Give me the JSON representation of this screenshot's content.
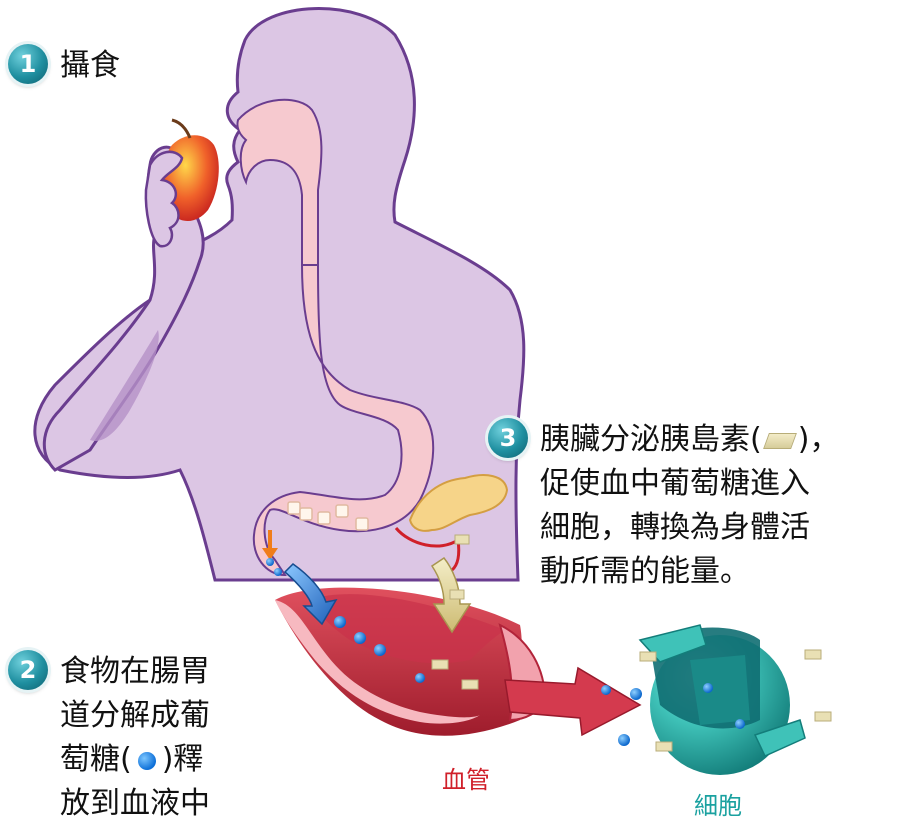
{
  "steps": [
    {
      "number": "1",
      "text": "攝食"
    },
    {
      "number": "2",
      "lines": [
        "食物在腸胃",
        "道分解成葡",
        "萄糖(",
        ")釋",
        "放到血液中"
      ]
    },
    {
      "number": "3",
      "lines": [
        "胰臟分泌胰島素(",
        ")，",
        "促使血中葡萄糖進入",
        "細胞，轉換為身體活",
        "動所需的能量。"
      ]
    }
  ],
  "labels": {
    "blood_vessel": "血管",
    "cell": "細胞"
  },
  "colors": {
    "body": "#dcc6e4",
    "body_outline": "#6a3d8f",
    "gut": "#f6c9cf",
    "vessel": "#c83a4a",
    "cell": "#3fb8b0",
    "glucose": "#1a7fe0",
    "insulin": "#e9e0b4",
    "vessel_label": "#d0202a",
    "cell_label": "#1aa1a0",
    "badge": "#1f8fa0"
  }
}
